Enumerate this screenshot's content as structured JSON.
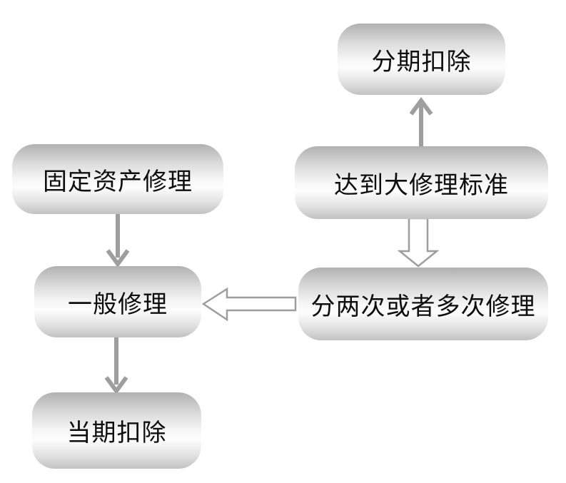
{
  "diagram": {
    "background_color": "#ffffff",
    "box_text_color": "#0e0e0e",
    "arrow_color": "#9e9e9e",
    "nodes": [
      {
        "id": "installment-deduction",
        "label": "分期扣除"
      },
      {
        "id": "fixed-asset-repair",
        "label": "固定资产修理"
      },
      {
        "id": "reach-major-repair-standard",
        "label": "达到大修理标准"
      },
      {
        "id": "general-repair",
        "label": "一般修理"
      },
      {
        "id": "two-or-more-repairs",
        "label": "分两次或者多次修理"
      },
      {
        "id": "current-period-deduction",
        "label": "当期扣除"
      }
    ],
    "edges": [
      {
        "from": "reach-major-repair-standard",
        "to": "installment-deduction",
        "style": "thin-line-arrow",
        "direction": "up"
      },
      {
        "from": "fixed-asset-repair",
        "to": "general-repair",
        "style": "thin-line-arrow",
        "direction": "down"
      },
      {
        "from": "reach-major-repair-standard",
        "to": "two-or-more-repairs",
        "style": "hollow-block-arrow",
        "direction": "down"
      },
      {
        "from": "two-or-more-repairs",
        "to": "general-repair",
        "style": "hollow-block-arrow",
        "direction": "left"
      },
      {
        "from": "general-repair",
        "to": "current-period-deduction",
        "style": "thin-line-arrow",
        "direction": "down"
      }
    ]
  }
}
